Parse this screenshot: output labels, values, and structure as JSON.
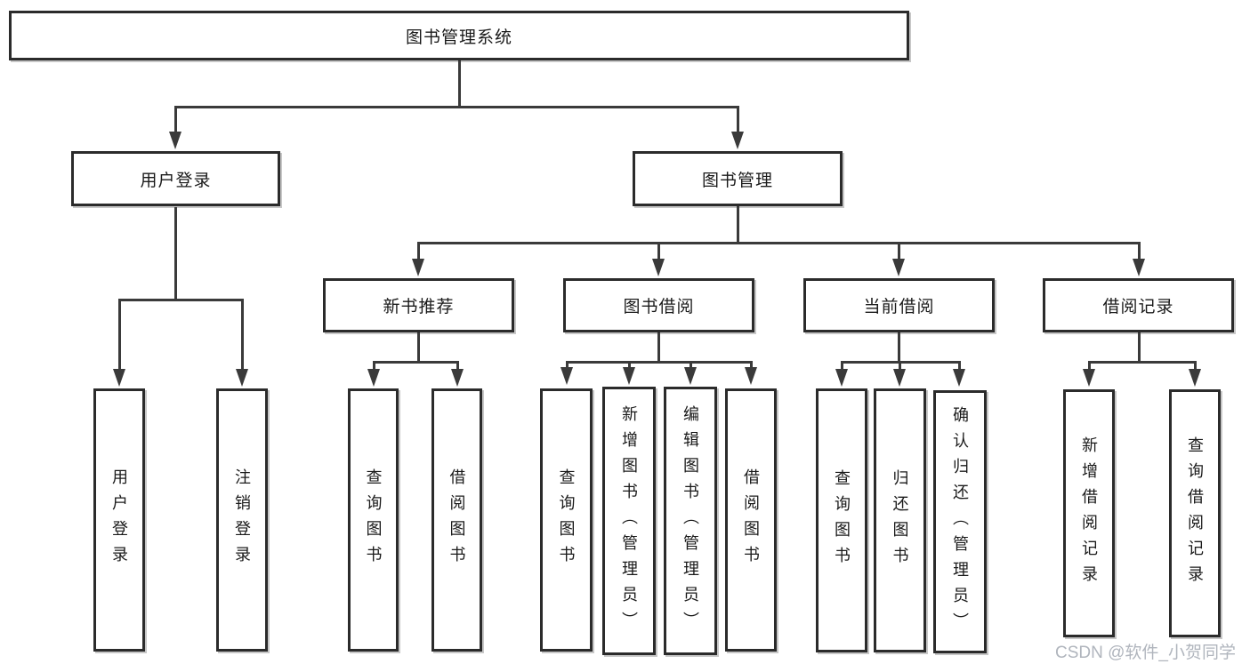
{
  "tree": {
    "root": {
      "label": "图书管理系统",
      "children": [
        {
          "label": "用户登录",
          "children": [
            {
              "label": "用户登录"
            },
            {
              "label": "注销登录"
            }
          ]
        },
        {
          "label": "图书管理",
          "children": [
            {
              "label": "新书推荐",
              "children": [
                {
                  "label": "查询图书"
                },
                {
                  "label": "借阅图书"
                }
              ]
            },
            {
              "label": "图书借阅",
              "children": [
                {
                  "label": "查询图书"
                },
                {
                  "label": "新增图书（管理员）"
                },
                {
                  "label": "编辑图书（管理员）"
                },
                {
                  "label": "借阅图书"
                }
              ]
            },
            {
              "label": "当前借阅",
              "children": [
                {
                  "label": "查询图书"
                },
                {
                  "label": "归还图书"
                },
                {
                  "label": "确认归还（管理员）"
                }
              ]
            },
            {
              "label": "借阅记录",
              "children": [
                {
                  "label": "新增借阅记录"
                },
                {
                  "label": "查询借阅记录"
                }
              ]
            }
          ]
        }
      ]
    }
  },
  "watermark": {
    "text": "CSDN @软件_小贺同学"
  },
  "colors": {
    "background": "#ffffff",
    "line": "#3a3a3a",
    "box_border": "#2b2b2b",
    "text": "#1a1a1a",
    "watermark": "#b0b5bd"
  }
}
